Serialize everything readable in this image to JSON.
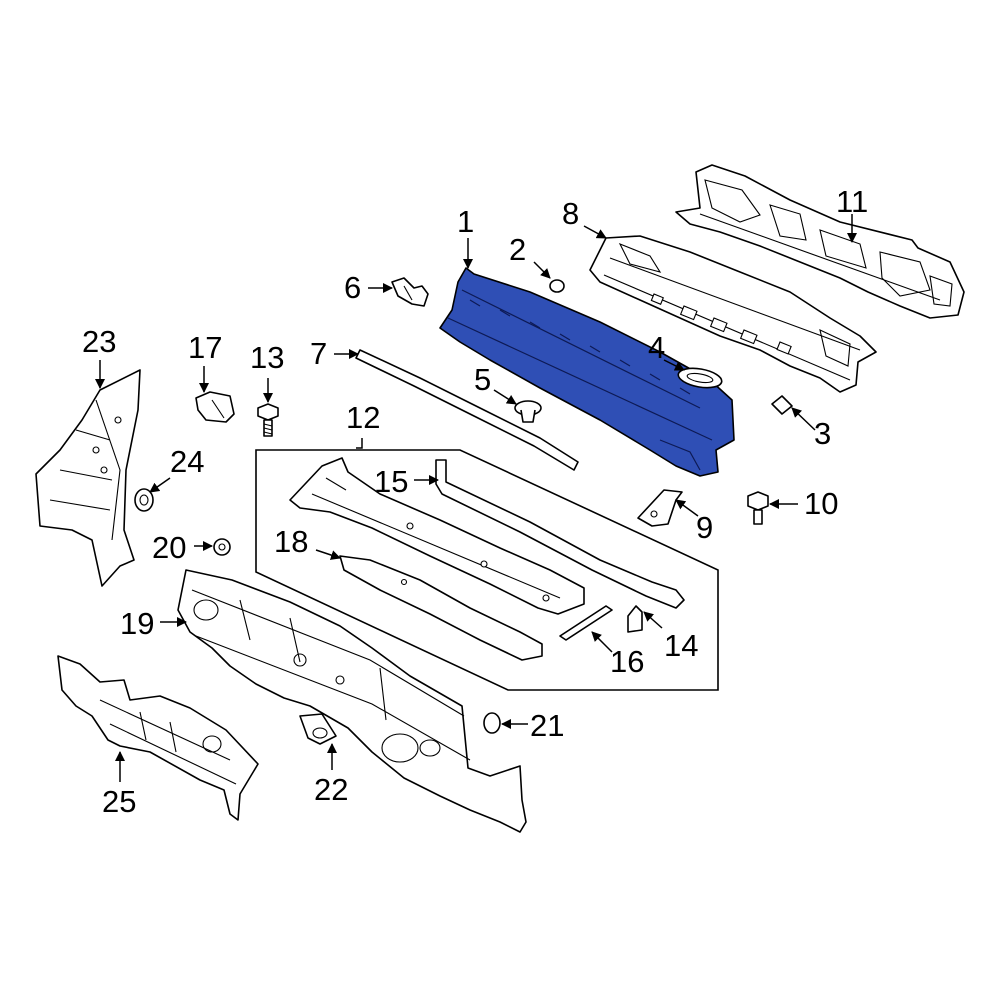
{
  "callouts": {
    "c1": "1",
    "c2": "2",
    "c3": "3",
    "c4": "4",
    "c5": "5",
    "c6": "6",
    "c7": "7",
    "c8": "8",
    "c9": "9",
    "c10": "10",
    "c11": "11",
    "c12": "12",
    "c13": "13",
    "c14": "14",
    "c15": "15",
    "c16": "16",
    "c17": "17",
    "c18": "18",
    "c19": "19",
    "c20": "20",
    "c21": "21",
    "c22": "22",
    "c23": "23",
    "c24": "24",
    "c25": "25"
  },
  "colors": {
    "highlight": "#2f4fb5",
    "line": "#000000",
    "background": "#ffffff"
  }
}
